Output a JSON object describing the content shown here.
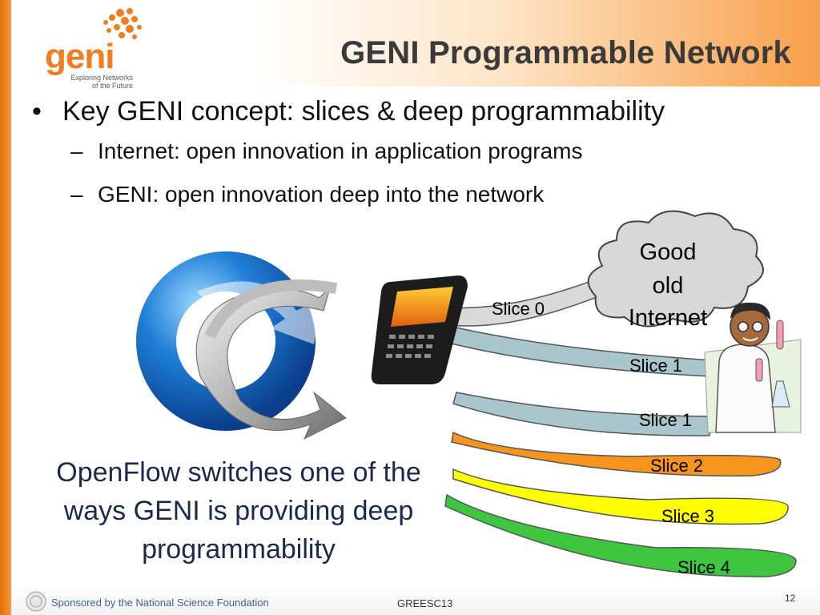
{
  "header": {
    "title": "GENI Programmable Network",
    "logo": {
      "word": "geni",
      "tagline_line1": "Exploring Networks",
      "tagline_line2": "of the Future",
      "accent": "#f07d20"
    }
  },
  "bullets": {
    "main": "Key GENI concept: slices & deep programmability",
    "sub": [
      "Internet: open innovation in application programs",
      "GENI: open innovation deep into the network"
    ]
  },
  "diagram": {
    "cloud_lines": [
      "Good",
      "old",
      "Internet"
    ],
    "slices": [
      {
        "label": "Slice 0",
        "color": "#d9d9d9"
      },
      {
        "label": "Slice 1",
        "color": "#a9c6cc"
      },
      {
        "label": "Slice 1",
        "color": "#a9c6cc"
      },
      {
        "label": "Slice 2",
        "color": "#f7941d"
      },
      {
        "label": "Slice 3",
        "color": "#ffff00"
      },
      {
        "label": "Slice 4",
        "color": "#3ec63e"
      }
    ],
    "icons": [
      "openflow-logo-icon",
      "smartphone-icon",
      "scientist-icon",
      "cloud-icon"
    ]
  },
  "caption": "OpenFlow switches one of the ways GENI is providing deep programmability",
  "footer": {
    "sponsor": "Sponsored by the National Science Foundation",
    "conference": "GREESC13",
    "page": "12"
  }
}
